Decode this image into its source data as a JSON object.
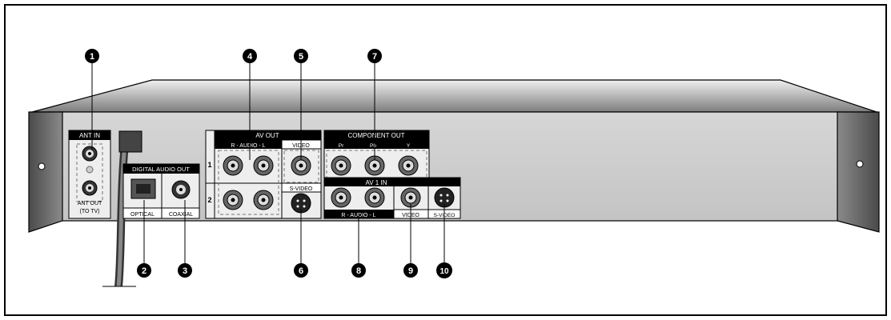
{
  "panel": {
    "ant_in": "ANT IN",
    "ant_out": "ANT OUT",
    "ant_out_sub": "(TO TV)",
    "digital_audio_out": "DIGITAL AUDIO OUT",
    "optical": "OPTICAL",
    "coaxial": "COAXIAL",
    "av_out": "AV OUT",
    "audio_rl": "R - AUDIO - L",
    "video": "VIDEO",
    "s_video": "S-VIDEO",
    "row_1": "1",
    "row_2": "2",
    "component_out": "COMPONENT OUT",
    "comp_pr": "Pr",
    "comp_pb": "Pb",
    "comp_y": "Y",
    "av1_in": "AV 1 IN",
    "av1_audio_rl": "R - AUDIO - L",
    "av1_video": "VIDEO",
    "av1_s_video": "S-VIDEO"
  },
  "callouts": {
    "c1": "1",
    "c2": "2",
    "c3": "3",
    "c4": "4",
    "c5": "5",
    "c6": "6",
    "c7": "7",
    "c8": "8",
    "c9": "9",
    "c10": "10"
  },
  "colors": {
    "body_gray": "#c8c8c8",
    "top_gray": "#8a8a8a",
    "side_dark": "#5a5a5a",
    "line": "#000000"
  }
}
